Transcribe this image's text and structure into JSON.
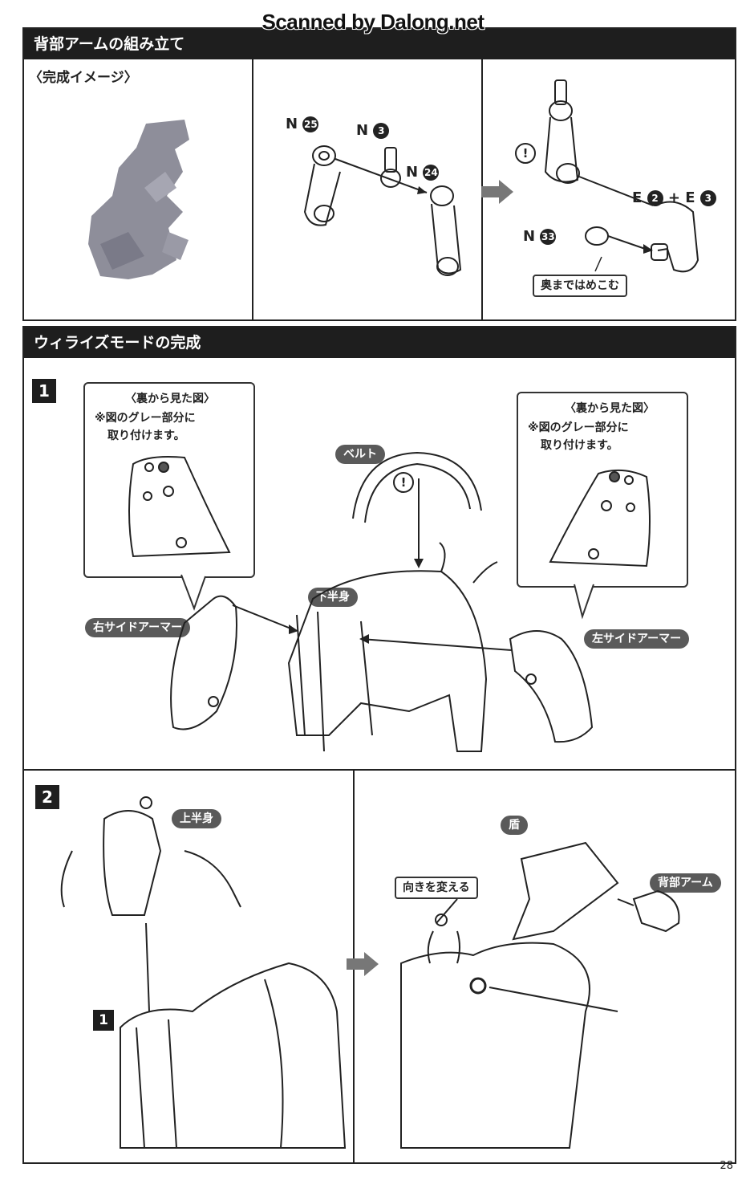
{
  "watermark": "Scanned by Dalong.net",
  "section1": {
    "title": "背部アームの組み立て",
    "preview_label": "〈完成イメージ〉",
    "parts": {
      "n25": {
        "letter": "N",
        "num": "25"
      },
      "n3": {
        "letter": "N",
        "num": "3"
      },
      "n24": {
        "letter": "N",
        "num": "24"
      },
      "n33": {
        "letter": "N",
        "num": "33"
      },
      "e2": {
        "letter": "E",
        "num": "2"
      },
      "plus": "+",
      "e3": {
        "letter": "E",
        "num": "3"
      }
    },
    "push_in_note": "奥まではめこむ",
    "warning_mark": "!"
  },
  "section2": {
    "title": "ウィライズモードの完成",
    "step1": {
      "number": "1",
      "left_note": {
        "title": "〈裏から見た図〉",
        "line1": "※図のグレー部分に",
        "line2": "取り付けます。"
      },
      "right_note": {
        "title": "〈裏から見た図〉",
        "line1": "※図のグレー部分に",
        "line2": "取り付けます。"
      },
      "belt_label": "ベルト",
      "lower_body_label": "下半身",
      "right_armor_label": "右サイドアーマー",
      "left_armor_label": "左サイドアーマー",
      "warning_mark": "!"
    },
    "step2": {
      "number": "2",
      "upper_body_label": "上半身",
      "ref_step": "1",
      "shield_label": "盾",
      "back_arm_label": "背部アーム",
      "turn_note": "向きを変える"
    }
  },
  "page_number": "28",
  "colors": {
    "header_bg": "#1e1e1e",
    "pill_bg": "#5a5a5a",
    "arrow": "#777777",
    "preview_gray": "#8e8e9a"
  }
}
